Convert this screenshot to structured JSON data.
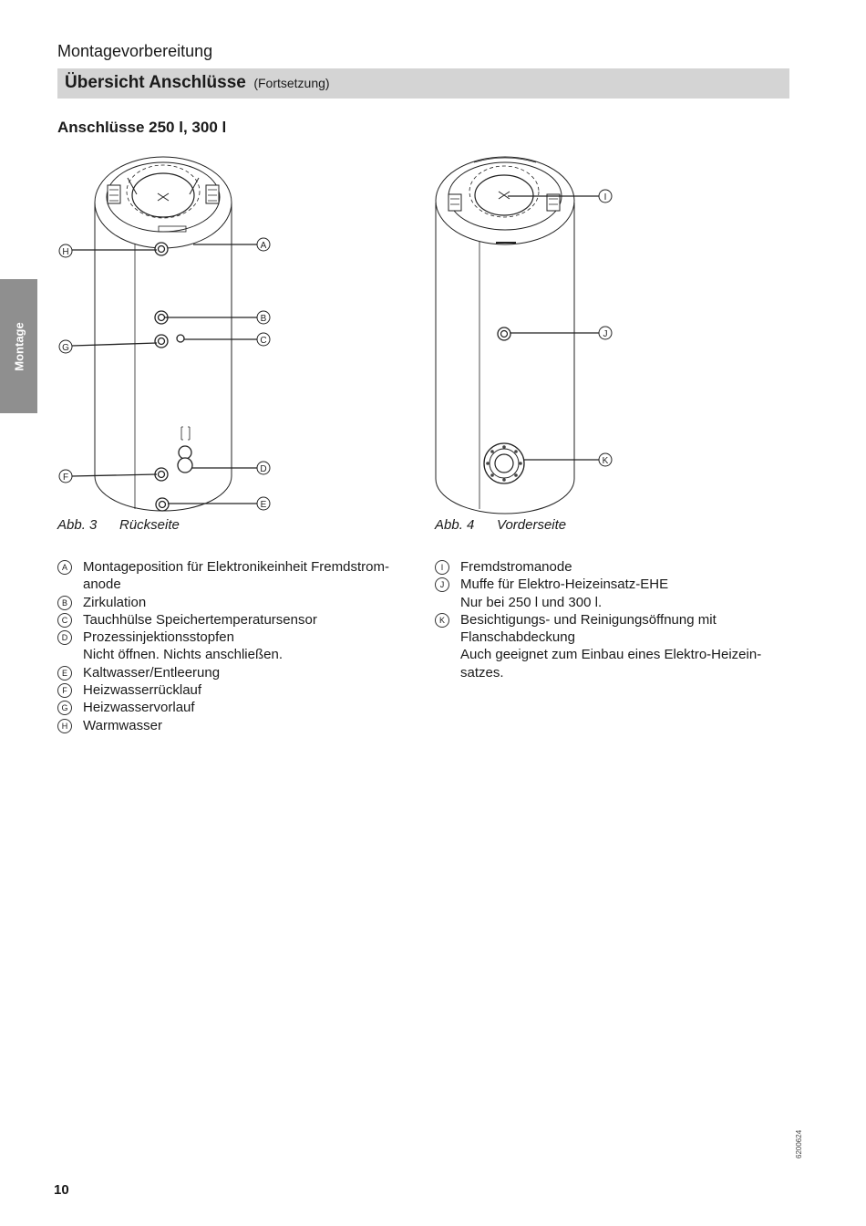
{
  "header": {
    "section": "Montagevorbereitung",
    "title": "Übersicht Anschlüsse",
    "title_suffix": "(Fortsetzung)",
    "band_color": "#d4d4d4"
  },
  "side_tab": {
    "label": "Montage",
    "color": "#8f8f8f"
  },
  "subheading": "Anschlüsse 250 l, 300 l",
  "figures": [
    {
      "number": "Abb. 3",
      "title": "Rückseite",
      "callouts": [
        "A",
        "B",
        "C",
        "D",
        "E",
        "F",
        "G",
        "H"
      ]
    },
    {
      "number": "Abb. 4",
      "title": "Vorderseite",
      "callouts": [
        "I",
        "J",
        "K"
      ]
    }
  ],
  "legend_left": [
    {
      "key": "A",
      "lines": [
        "Montageposition für Elektronikeinheit Fremdstrom-",
        "anode"
      ]
    },
    {
      "key": "B",
      "lines": [
        "Zirkulation"
      ]
    },
    {
      "key": "C",
      "lines": [
        "Tauchhülse Speichertemperatursensor"
      ]
    },
    {
      "key": "D",
      "lines": [
        "Prozessinjektionsstopfen",
        "Nicht öffnen. Nichts anschließen."
      ]
    },
    {
      "key": "E",
      "lines": [
        "Kaltwasser/Entleerung"
      ]
    },
    {
      "key": "F",
      "lines": [
        "Heizwasserrücklauf"
      ]
    },
    {
      "key": "G",
      "lines": [
        "Heizwasservorlauf"
      ]
    },
    {
      "key": "H",
      "lines": [
        "Warmwasser"
      ]
    }
  ],
  "legend_right": [
    {
      "key": "I",
      "lines": [
        "Fremdstromanode"
      ]
    },
    {
      "key": "J",
      "lines": [
        "Muffe für Elektro-Heizeinsatz-EHE",
        "Nur bei 250 l und 300 l."
      ]
    },
    {
      "key": "K",
      "lines": [
        "Besichtigungs- und Reinigungsöffnung mit",
        "Flanschabdeckung",
        "Auch geeignet zum Einbau eines Elektro-Heizein-",
        "satzes."
      ]
    }
  ],
  "footer": {
    "page_number": "10",
    "doc_code": "6200624"
  }
}
